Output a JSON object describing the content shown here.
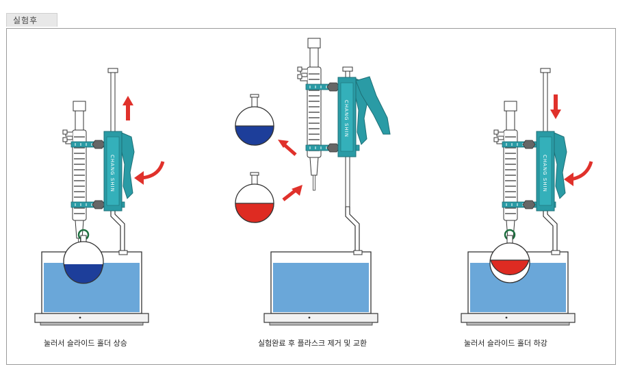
{
  "tab_label": "실험후",
  "captions": {
    "left": "눌러서 슬라이드 홀더 상승",
    "center": "실험완료 후 플라스크 제거 및 교환",
    "right": "눌러서 슬라이드 홀더 하강"
  },
  "holder_logo": "CHANG SHIN",
  "colors": {
    "teal": "#2a9ba5",
    "red_arrow": "#e0312b",
    "blue_liquid": "#1d3e9a",
    "red_liquid": "#de2b22",
    "bath_water": "#6aa7d9"
  }
}
